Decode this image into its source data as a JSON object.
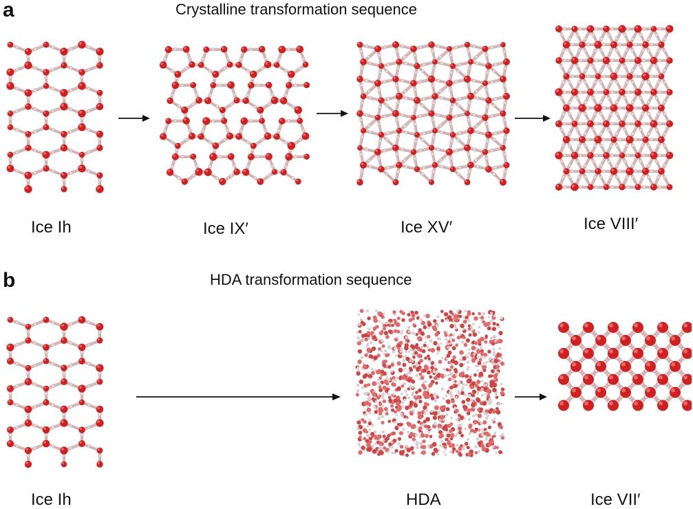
{
  "panel_a": {
    "letter": "a",
    "title": "Crystalline transformation sequence",
    "structures": [
      {
        "label": "Ice Ih",
        "motif": "hexagonal"
      },
      {
        "label": "Ice IX′",
        "motif": "ring"
      },
      {
        "label": "Ice  XV′",
        "motif": "tetragonal"
      },
      {
        "label": "Ice  VIII′",
        "motif": "bcc-dense"
      }
    ]
  },
  "panel_b": {
    "letter": "b",
    "title": "HDA transformation sequence",
    "structures": [
      {
        "label": "Ice Ih",
        "motif": "hexagonal"
      },
      {
        "label": "HDA",
        "motif": "amorphous"
      },
      {
        "label": "Ice  VII′",
        "motif": "diamond-lattice"
      }
    ]
  },
  "colors": {
    "oxygen": "#d21f1f",
    "oxygen_light": "#e36a6a",
    "hydrogen": "#e9d6d6",
    "bond": "#d7b9b9",
    "arrow": "#111111"
  }
}
